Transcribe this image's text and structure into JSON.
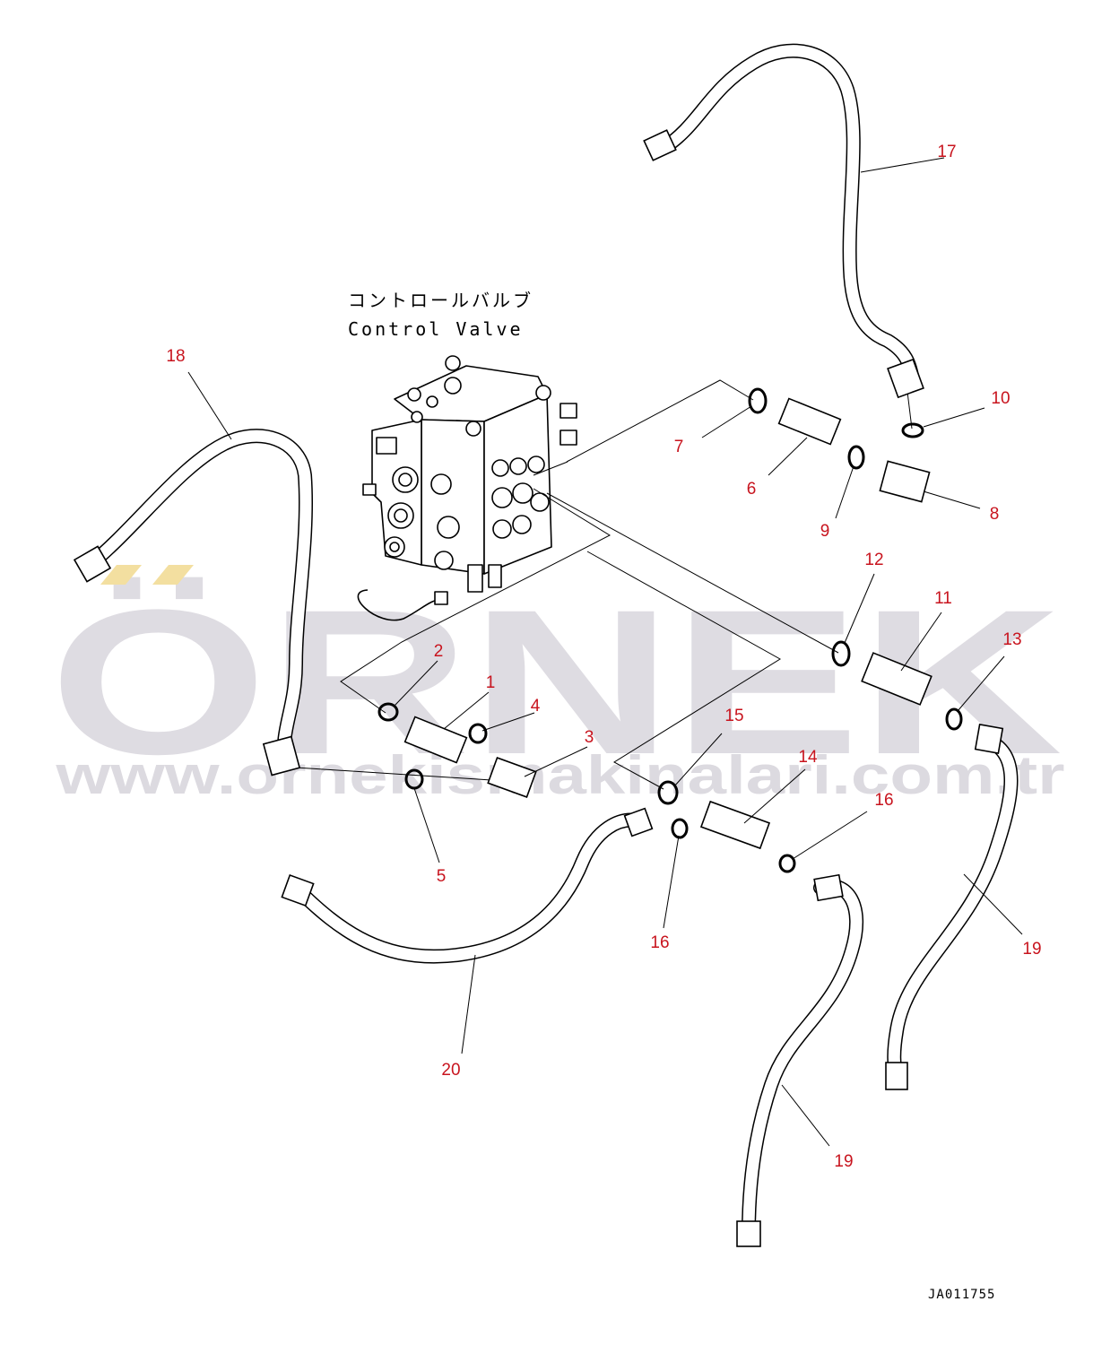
{
  "colors": {
    "callout": "#c8141e",
    "line": "#000000",
    "watermark_text": "#d9d6dd",
    "watermark_accent": "#f3dfa0"
  },
  "title": {
    "jp": "コントロールバルブ",
    "en": "Control Valve"
  },
  "watermark": {
    "logo": "ÖRNEK",
    "url": "www.ornekismakinalari.com.tr"
  },
  "drawing_code": "JA011755",
  "callouts": [
    {
      "id": "c1",
      "label": "1"
    },
    {
      "id": "c2",
      "label": "2"
    },
    {
      "id": "c3",
      "label": "3"
    },
    {
      "id": "c4",
      "label": "4"
    },
    {
      "id": "c5",
      "label": "5"
    },
    {
      "id": "c6",
      "label": "6"
    },
    {
      "id": "c7",
      "label": "7"
    },
    {
      "id": "c8",
      "label": "8"
    },
    {
      "id": "c9",
      "label": "9"
    },
    {
      "id": "c10",
      "label": "10"
    },
    {
      "id": "c11",
      "label": "11"
    },
    {
      "id": "c12",
      "label": "12"
    },
    {
      "id": "c13",
      "label": "13"
    },
    {
      "id": "c14",
      "label": "14"
    },
    {
      "id": "c15",
      "label": "15"
    },
    {
      "id": "c16a",
      "label": "16"
    },
    {
      "id": "c16b",
      "label": "16"
    },
    {
      "id": "c17",
      "label": "17"
    },
    {
      "id": "c18",
      "label": "18"
    },
    {
      "id": "c19a",
      "label": "19"
    },
    {
      "id": "c19b",
      "label": "19"
    },
    {
      "id": "c20",
      "label": "20"
    }
  ]
}
